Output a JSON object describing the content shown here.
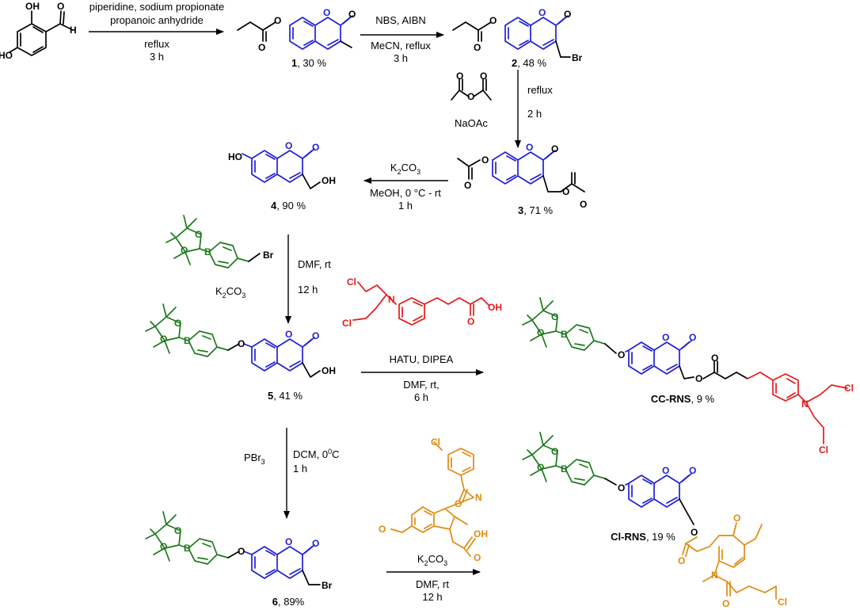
{
  "step1": {
    "line1": "piperidine, sodium propionate",
    "line2": "propanoic anhydride",
    "line3": "reflux",
    "line4": "3 h"
  },
  "step2": {
    "line1": "NBS, AIBN",
    "line2": "MeCN, reflux",
    "line3": "3 h"
  },
  "step3": {
    "line1": "reflux",
    "line2": "2 h",
    "reagent": "NaOAc"
  },
  "step4": {
    "reagent_base": "K",
    "reagent_sub1": "2",
    "reagent_mid": "CO",
    "reagent_sub2": "3",
    "line2": "MeOH, 0 °C - rt",
    "line3": "1 h"
  },
  "step5": {
    "line1": "DMF, rt",
    "line2": "12 h",
    "base": "K",
    "base_sub1": "2",
    "base_mid": "CO",
    "base_sub2": "3"
  },
  "step6": {
    "line1": "HATU, DIPEA",
    "line2": "DMF, rt,",
    "line3": "6 h"
  },
  "step7": {
    "reagent": "PBr",
    "reagent_sub": "3",
    "line1a": "DCM, 0",
    "line1_sup": "0",
    "line1b": "C",
    "line2": "1 h"
  },
  "step8": {
    "base": "K",
    "base_sub1": "2",
    "base_mid": "CO",
    "base_sub2": "3",
    "line2": "DMF, rt",
    "line3": "12 h"
  },
  "compounds": {
    "c1": {
      "id": "1",
      "yield": ", 30 %"
    },
    "c2": {
      "id": "2",
      "yield": ", 48 %"
    },
    "c3": {
      "id": "3",
      "yield": ", 71 %"
    },
    "c4": {
      "id": "4",
      "yield": ", 90 %"
    },
    "c5": {
      "id": "5",
      "yield": ", 41 %"
    },
    "c6": {
      "id": "6",
      "yield": ", 89%"
    },
    "ccrns": {
      "id": "CC-RNS",
      "yield": ", 9 %"
    },
    "clrns": {
      "id": "Cl-RNS",
      "yield": ", 19 %"
    }
  },
  "atoms": {
    "O": "O",
    "OH": "OH",
    "HO": "HO",
    "H": "H",
    "Br": "Br",
    "B": "B",
    "Cl": "Cl",
    "N": "N"
  },
  "colors": {
    "coumarin": "#1f1fd6",
    "boronate": "#1c7a1c",
    "mustard": "#e41a1a",
    "indomethacin": "#e08a10"
  }
}
